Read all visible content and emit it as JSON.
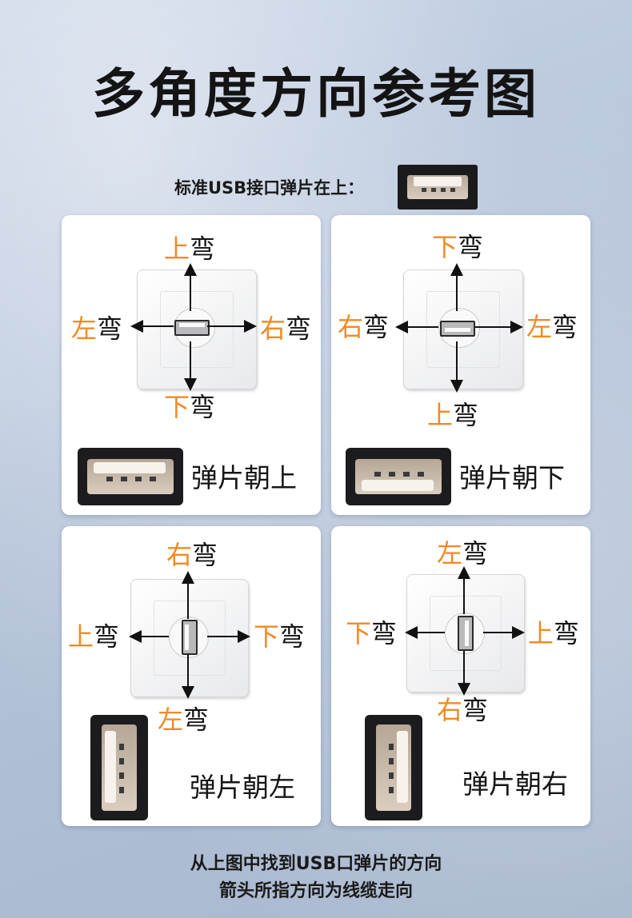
{
  "title": "多角度方向参考图",
  "standard_label": "标准USB接口弹片在上：",
  "panels": [
    {
      "top_hl": "上",
      "top_bw": "弯",
      "left_hl": "左",
      "left_bw": "弯",
      "right_hl": "右",
      "right_bw": "弯",
      "bottom_hl": "下",
      "bottom_bw": "弯",
      "label": "弹片朝上"
    },
    {
      "top_hl": "下",
      "top_bw": "弯",
      "left_hl": "右",
      "left_bw": "弯",
      "right_hl": "左",
      "right_bw": "弯",
      "bottom_hl": "上",
      "bottom_bw": "弯",
      "label": "弹片朝下"
    },
    {
      "top_hl": "右",
      "top_bw": "弯",
      "left_hl": "上",
      "left_bw": "弯",
      "right_hl": "下",
      "right_bw": "弯",
      "bottom_hl": "左",
      "bottom_bw": "弯",
      "label": "弹片朝左"
    },
    {
      "top_hl": "左",
      "top_bw": "弯",
      "left_hl": "下",
      "left_bw": "弯",
      "right_hl": "上",
      "right_bw": "弯",
      "bottom_hl": "右",
      "bottom_bw": "弯",
      "label": "弹片朝右"
    }
  ],
  "footer": {
    "line1": "从上图中找到USB口弹片的方向",
    "line2": "箭头所指方向为线缆走向"
  },
  "colors": {
    "highlight": "#f08a24",
    "text": "#151515",
    "socket": "#1c1c1e"
  }
}
